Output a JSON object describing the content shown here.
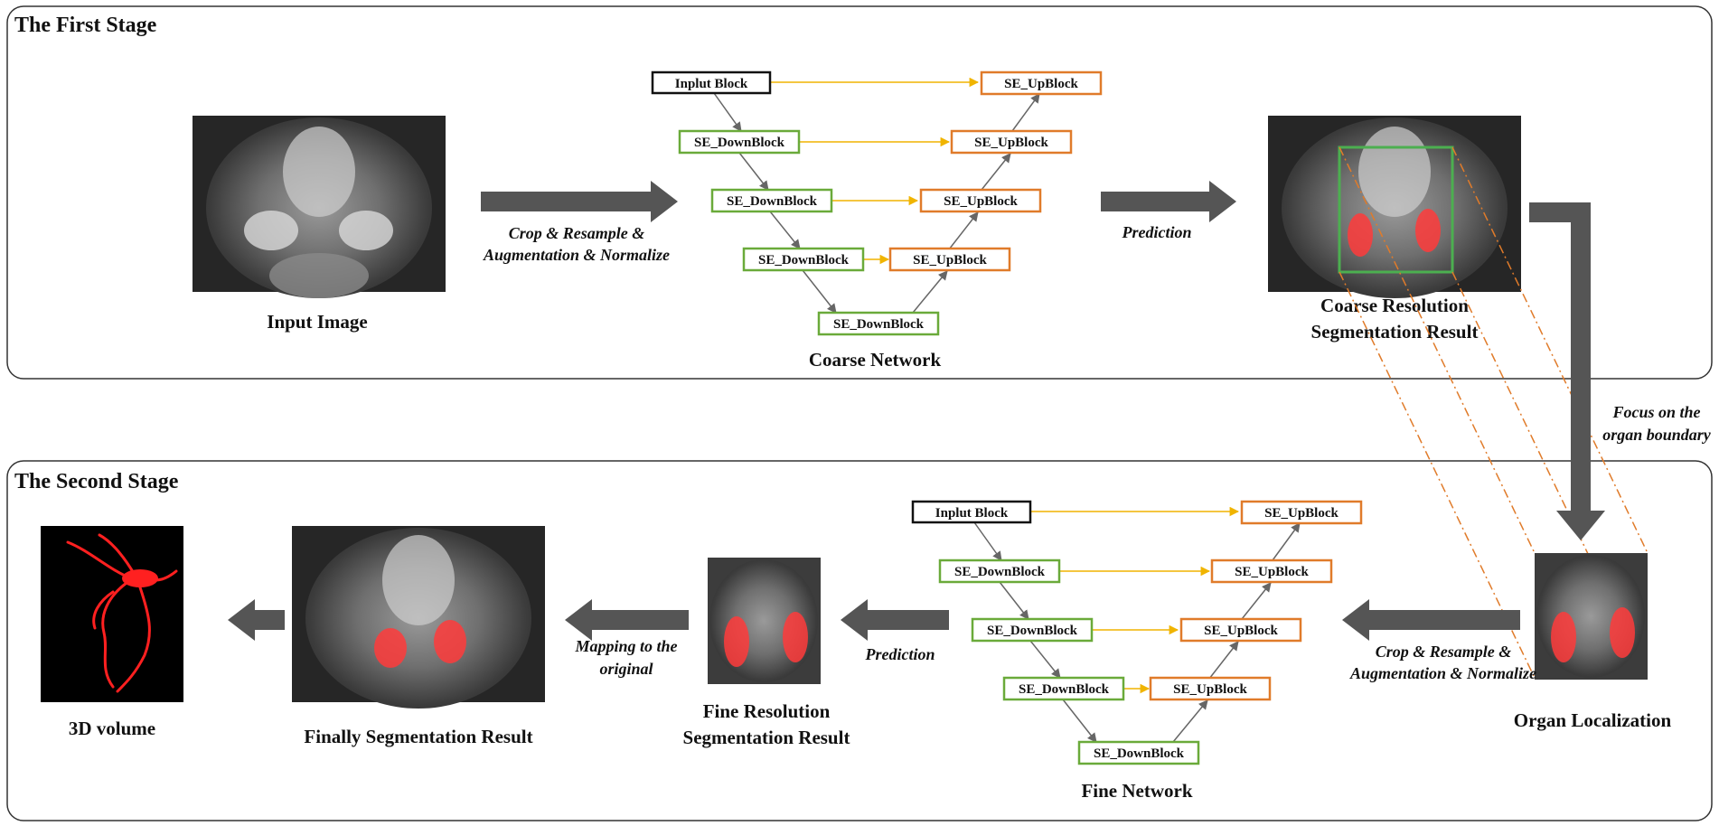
{
  "stages": {
    "first": {
      "title": "The First Stage",
      "input_label": "Input Image",
      "preprocess_line1": "Crop & Resample &",
      "preprocess_line2": "Augmentation & Normalize",
      "network_label": "Coarse Network",
      "prediction_label": "Prediction",
      "result_line1": "Coarse Resolution",
      "result_line2": "Segmentation Result"
    },
    "second": {
      "title": "The Second Stage",
      "volume_label": "3D volume",
      "final_label": "Finally Segmentation Result",
      "mapping_line1": "Mapping to the",
      "mapping_line2": "original",
      "fine_result_line1": "Fine Resolution",
      "fine_result_line2": "Segmentation Result",
      "prediction_label": "Prediction",
      "network_label": "Fine Network",
      "preprocess_line1": "Crop & Resample &",
      "preprocess_line2": "Augmentation & Normalize",
      "organ_label": "Organ Localization"
    }
  },
  "focus_line1": "Focus on the",
  "focus_line2": "organ boundary",
  "blocks": {
    "input": "Inplut Block",
    "down": "SE_DownBlock",
    "up": "SE_UpBlock"
  },
  "colors": {
    "input_border": "#111111",
    "down_border": "#6aaa3a",
    "up_border": "#e07b2a",
    "skip_arrow": "#f0b400",
    "flow_arrow": "#555555",
    "dashed": "#e07b2a",
    "localization_box": "#4caf50",
    "mask": "#ff3b3b"
  }
}
